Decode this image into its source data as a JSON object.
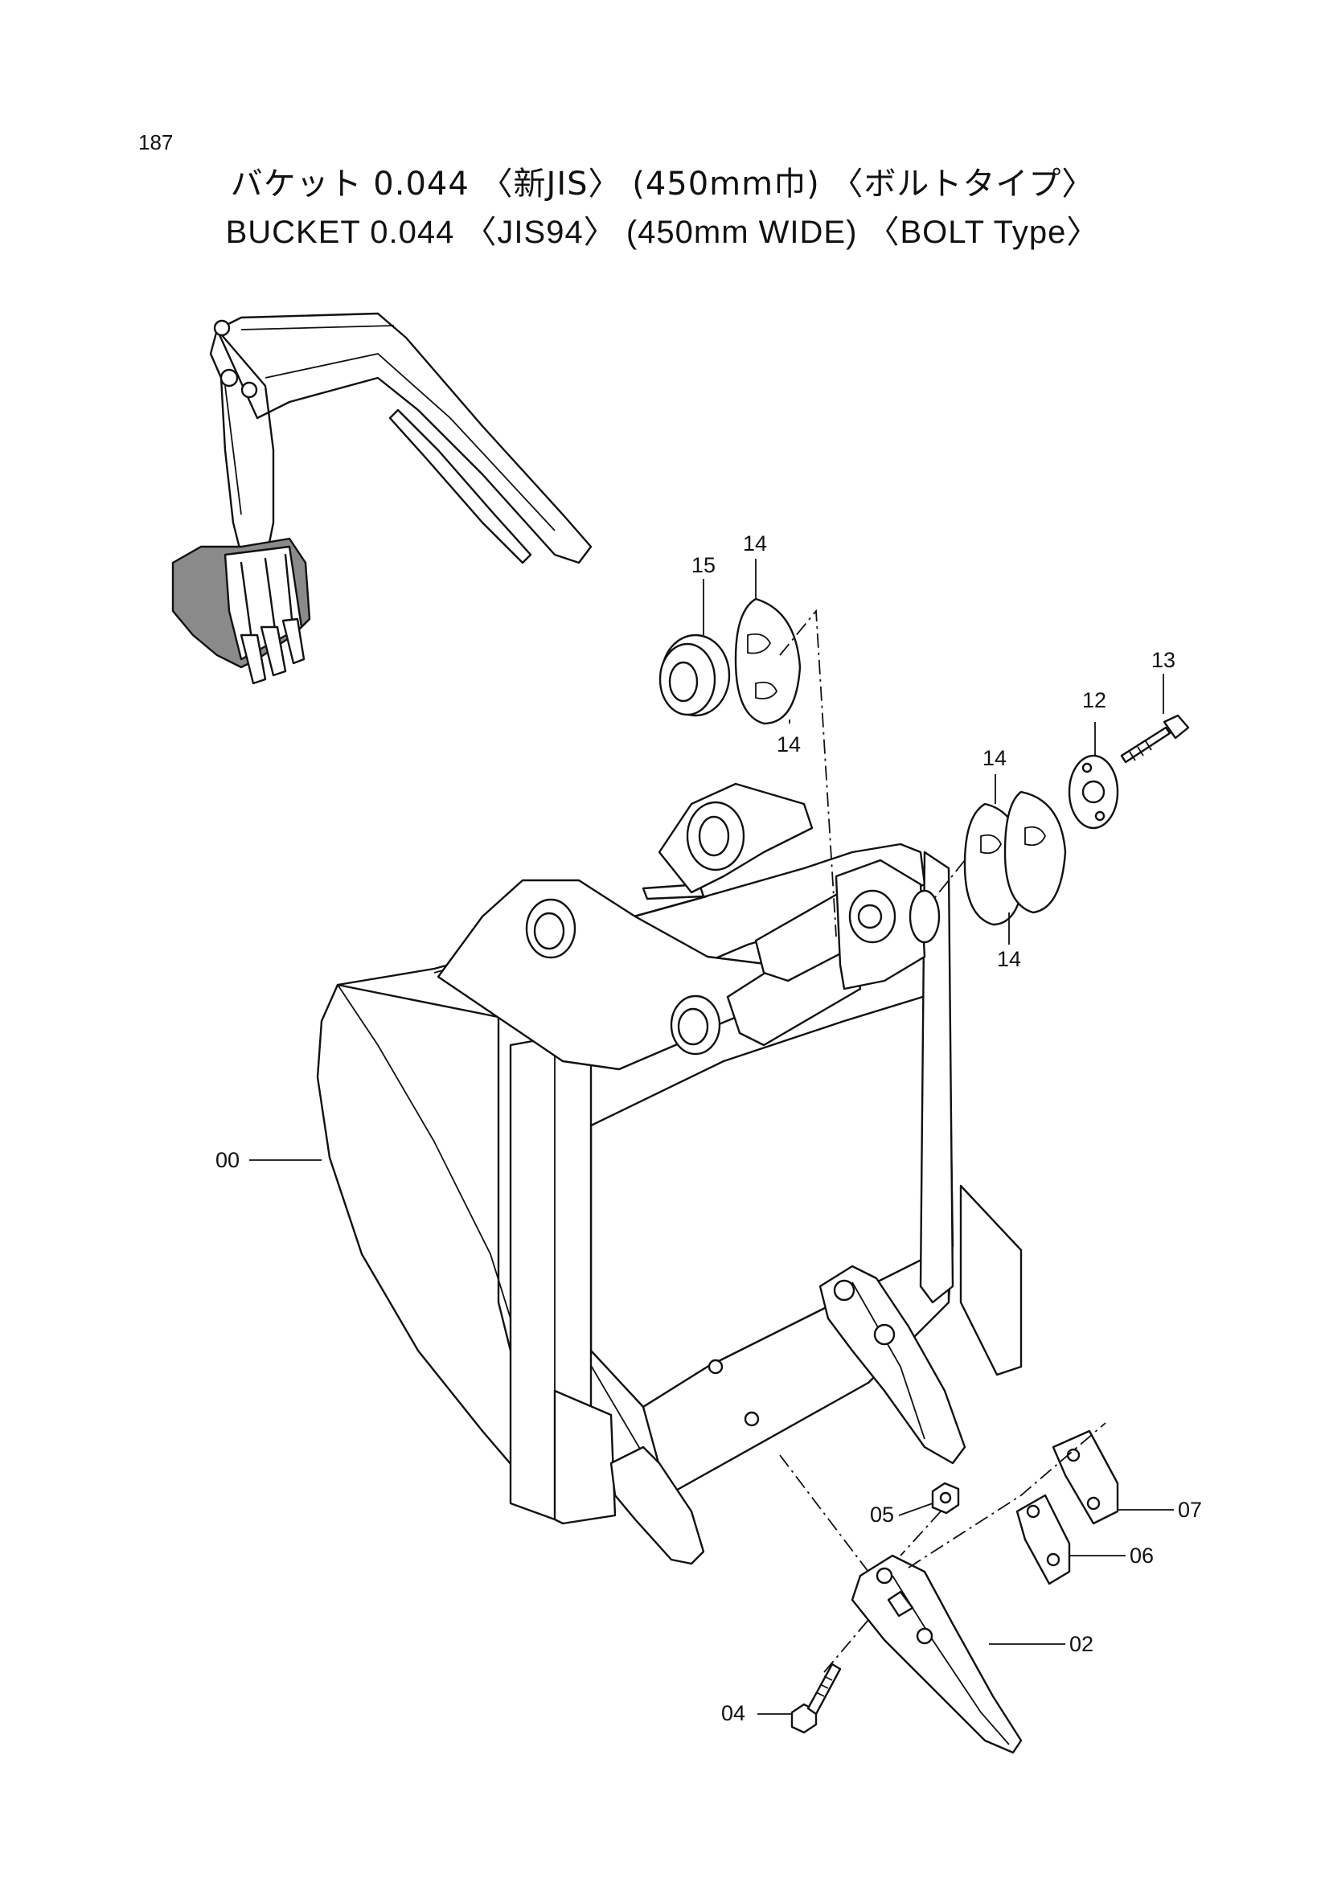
{
  "page_number": "187",
  "title_jp": "バケット 0.044 〈新JIS〉 (450mm巾) 〈ボルトタイプ〉",
  "title_en": "BUCKET 0.044 〈JIS94〉 (450mm WIDE) 〈BOLT Type〉",
  "part_labels": {
    "p00": "00",
    "p02": "02",
    "p04": "04",
    "p05": "05",
    "p06": "06",
    "p07": "07",
    "p12": "12",
    "p13": "13",
    "p14a": "14",
    "p14b": "14",
    "p14c": "14",
    "p14d": "14",
    "p15": "15"
  }
}
